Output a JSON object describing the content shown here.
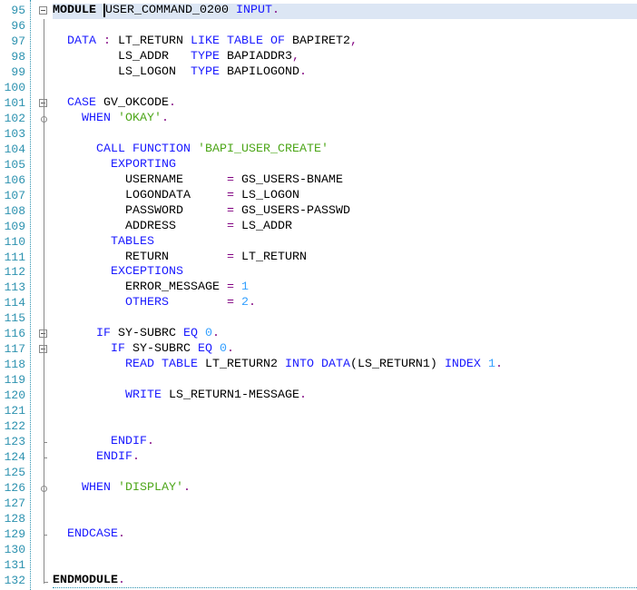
{
  "editor": {
    "current_line": 95,
    "colors": {
      "keyword": "#1a1aff",
      "string": "#4da619",
      "number": "#33a0ff",
      "operator": "#800080",
      "line_number": "#2b91af",
      "current_line_bg": "#dce6f4"
    },
    "lines": [
      {
        "num": "95",
        "fold": "box",
        "tokens": [
          [
            "MODULE",
            "bold"
          ],
          [
            " ",
            ""
          ],
          [
            "U",
            "cursor"
          ],
          [
            "SER_COMMAND_0200 ",
            ""
          ],
          [
            "INPUT",
            "kw"
          ],
          [
            ".",
            "op"
          ]
        ]
      },
      {
        "num": "96",
        "tokens": []
      },
      {
        "num": "97",
        "tokens": [
          [
            "  ",
            ""
          ],
          [
            "DATA",
            "kw"
          ],
          [
            " ",
            ""
          ],
          [
            ":",
            "op"
          ],
          [
            " LT_RETURN ",
            ""
          ],
          [
            "LIKE TABLE OF",
            "kw"
          ],
          [
            " BAPIRET2",
            ""
          ],
          [
            ",",
            "op"
          ]
        ]
      },
      {
        "num": "98",
        "tokens": [
          [
            "         LS_ADDR   ",
            ""
          ],
          [
            "TYPE",
            "kw"
          ],
          [
            " BAPIADDR3",
            ""
          ],
          [
            ",",
            "op"
          ]
        ]
      },
      {
        "num": "99",
        "tokens": [
          [
            "         LS_LOGON  ",
            ""
          ],
          [
            "TYPE",
            "kw"
          ],
          [
            " BAPILOGOND",
            ""
          ],
          [
            ".",
            "op"
          ]
        ]
      },
      {
        "num": "100",
        "tokens": []
      },
      {
        "num": "101",
        "fold": "box",
        "tokens": [
          [
            "  ",
            ""
          ],
          [
            "CASE",
            "kw"
          ],
          [
            " GV_OKCODE",
            ""
          ],
          [
            ".",
            "op"
          ]
        ]
      },
      {
        "num": "102",
        "fold": "circle",
        "tokens": [
          [
            "    ",
            ""
          ],
          [
            "WHEN",
            "kw"
          ],
          [
            " ",
            ""
          ],
          [
            "'OKAY'",
            "str"
          ],
          [
            ".",
            "op"
          ]
        ]
      },
      {
        "num": "103",
        "tokens": []
      },
      {
        "num": "104",
        "tokens": [
          [
            "      ",
            ""
          ],
          [
            "CALL FUNCTION",
            "kw"
          ],
          [
            " ",
            ""
          ],
          [
            "'BAPI_USER_CREATE'",
            "str"
          ]
        ]
      },
      {
        "num": "105",
        "tokens": [
          [
            "        ",
            ""
          ],
          [
            "EXPORTING",
            "kw"
          ]
        ]
      },
      {
        "num": "106",
        "tokens": [
          [
            "          USERNAME      ",
            ""
          ],
          [
            "=",
            "op"
          ],
          [
            " GS_USERS-BNAME",
            ""
          ]
        ]
      },
      {
        "num": "107",
        "tokens": [
          [
            "          LOGONDATA     ",
            ""
          ],
          [
            "=",
            "op"
          ],
          [
            " LS_LOGON",
            ""
          ]
        ]
      },
      {
        "num": "108",
        "tokens": [
          [
            "          PASSWORD      ",
            ""
          ],
          [
            "=",
            "op"
          ],
          [
            " GS_USERS-PASSWD",
            ""
          ]
        ]
      },
      {
        "num": "109",
        "tokens": [
          [
            "          ADDRESS       ",
            ""
          ],
          [
            "=",
            "op"
          ],
          [
            " LS_ADDR",
            ""
          ]
        ]
      },
      {
        "num": "110",
        "tokens": [
          [
            "        ",
            ""
          ],
          [
            "TABLES",
            "kw"
          ]
        ]
      },
      {
        "num": "111",
        "tokens": [
          [
            "          RETURN        ",
            ""
          ],
          [
            "=",
            "op"
          ],
          [
            " LT_RETURN",
            ""
          ]
        ]
      },
      {
        "num": "112",
        "tokens": [
          [
            "        ",
            ""
          ],
          [
            "EXCEPTIONS",
            "kw"
          ]
        ]
      },
      {
        "num": "113",
        "tokens": [
          [
            "          ERROR_MESSAGE ",
            ""
          ],
          [
            "=",
            "op"
          ],
          [
            " ",
            ""
          ],
          [
            "1",
            "num"
          ]
        ]
      },
      {
        "num": "114",
        "tokens": [
          [
            "          ",
            ""
          ],
          [
            "OTHERS",
            "kw"
          ],
          [
            "        ",
            ""
          ],
          [
            "=",
            "op"
          ],
          [
            " ",
            ""
          ],
          [
            "2",
            "num"
          ],
          [
            ".",
            "op"
          ]
        ]
      },
      {
        "num": "115",
        "tokens": []
      },
      {
        "num": "116",
        "fold": "box",
        "tokens": [
          [
            "      ",
            ""
          ],
          [
            "IF",
            "kw"
          ],
          [
            " SY-SUBRC ",
            ""
          ],
          [
            "EQ",
            "kw"
          ],
          [
            " ",
            ""
          ],
          [
            "0",
            "num"
          ],
          [
            ".",
            "op"
          ]
        ]
      },
      {
        "num": "117",
        "fold": "box",
        "tokens": [
          [
            "        ",
            ""
          ],
          [
            "IF",
            "kw"
          ],
          [
            " SY-SUBRC ",
            ""
          ],
          [
            "EQ",
            "kw"
          ],
          [
            " ",
            ""
          ],
          [
            "0",
            "num"
          ],
          [
            ".",
            "op"
          ]
        ]
      },
      {
        "num": "118",
        "tokens": [
          [
            "          ",
            ""
          ],
          [
            "READ TABLE",
            "kw"
          ],
          [
            " LT_RETURN2 ",
            ""
          ],
          [
            "INTO",
            "kw"
          ],
          [
            " ",
            ""
          ],
          [
            "DATA",
            "kw"
          ],
          [
            "(LS_RETURN1) ",
            ""
          ],
          [
            "INDEX",
            "kw"
          ],
          [
            " ",
            ""
          ],
          [
            "1",
            "num"
          ],
          [
            ".",
            "op"
          ]
        ]
      },
      {
        "num": "119",
        "tokens": []
      },
      {
        "num": "120",
        "tokens": [
          [
            "          ",
            ""
          ],
          [
            "WRITE",
            "kw"
          ],
          [
            " LS_RETURN1-MESSAGE",
            ""
          ],
          [
            ".",
            "op"
          ]
        ]
      },
      {
        "num": "121",
        "tokens": []
      },
      {
        "num": "122",
        "tokens": []
      },
      {
        "num": "123",
        "fold": "tick",
        "tokens": [
          [
            "        ",
            ""
          ],
          [
            "ENDIF",
            "kw"
          ],
          [
            ".",
            "op"
          ]
        ]
      },
      {
        "num": "124",
        "fold": "tick",
        "tokens": [
          [
            "      ",
            ""
          ],
          [
            "ENDIF",
            "kw"
          ],
          [
            ".",
            "op"
          ]
        ]
      },
      {
        "num": "125",
        "tokens": []
      },
      {
        "num": "126",
        "fold": "circle",
        "tokens": [
          [
            "    ",
            ""
          ],
          [
            "WHEN",
            "kw"
          ],
          [
            " ",
            ""
          ],
          [
            "'DISPLAY'",
            "str"
          ],
          [
            ".",
            "op"
          ]
        ]
      },
      {
        "num": "127",
        "tokens": []
      },
      {
        "num": "128",
        "tokens": []
      },
      {
        "num": "129",
        "fold": "tick",
        "tokens": [
          [
            "  ",
            ""
          ],
          [
            "ENDCASE",
            "kw"
          ],
          [
            ".",
            "op"
          ]
        ]
      },
      {
        "num": "130",
        "tokens": []
      },
      {
        "num": "131",
        "tokens": []
      },
      {
        "num": "132",
        "fold": "corner",
        "tokens": [
          [
            "ENDMODULE",
            "bold"
          ],
          [
            ".",
            "op"
          ]
        ]
      }
    ]
  }
}
